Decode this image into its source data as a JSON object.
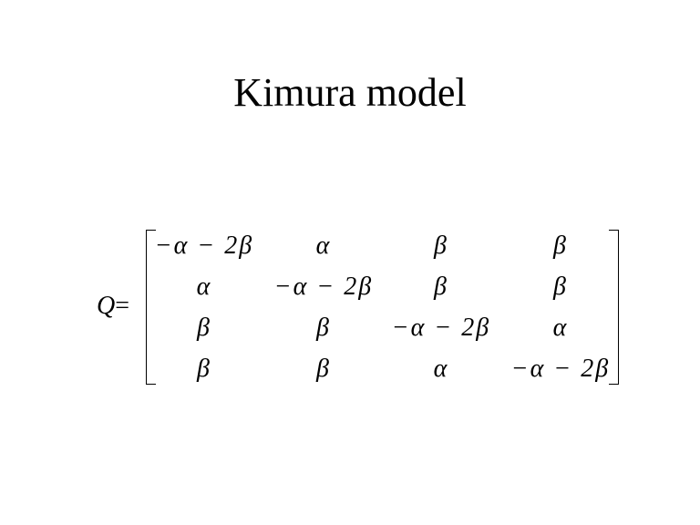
{
  "title": "Kimura model",
  "equation": {
    "lhs": "Q",
    "equals": "=",
    "matrix": [
      [
        "−α − 2β",
        "α",
        "β",
        "β"
      ],
      [
        "α",
        "−α − 2β",
        "β",
        "β"
      ],
      [
        "β",
        "β",
        "−α − 2β",
        "α"
      ],
      [
        "β",
        "β",
        "α",
        "−α − 2β"
      ]
    ]
  }
}
